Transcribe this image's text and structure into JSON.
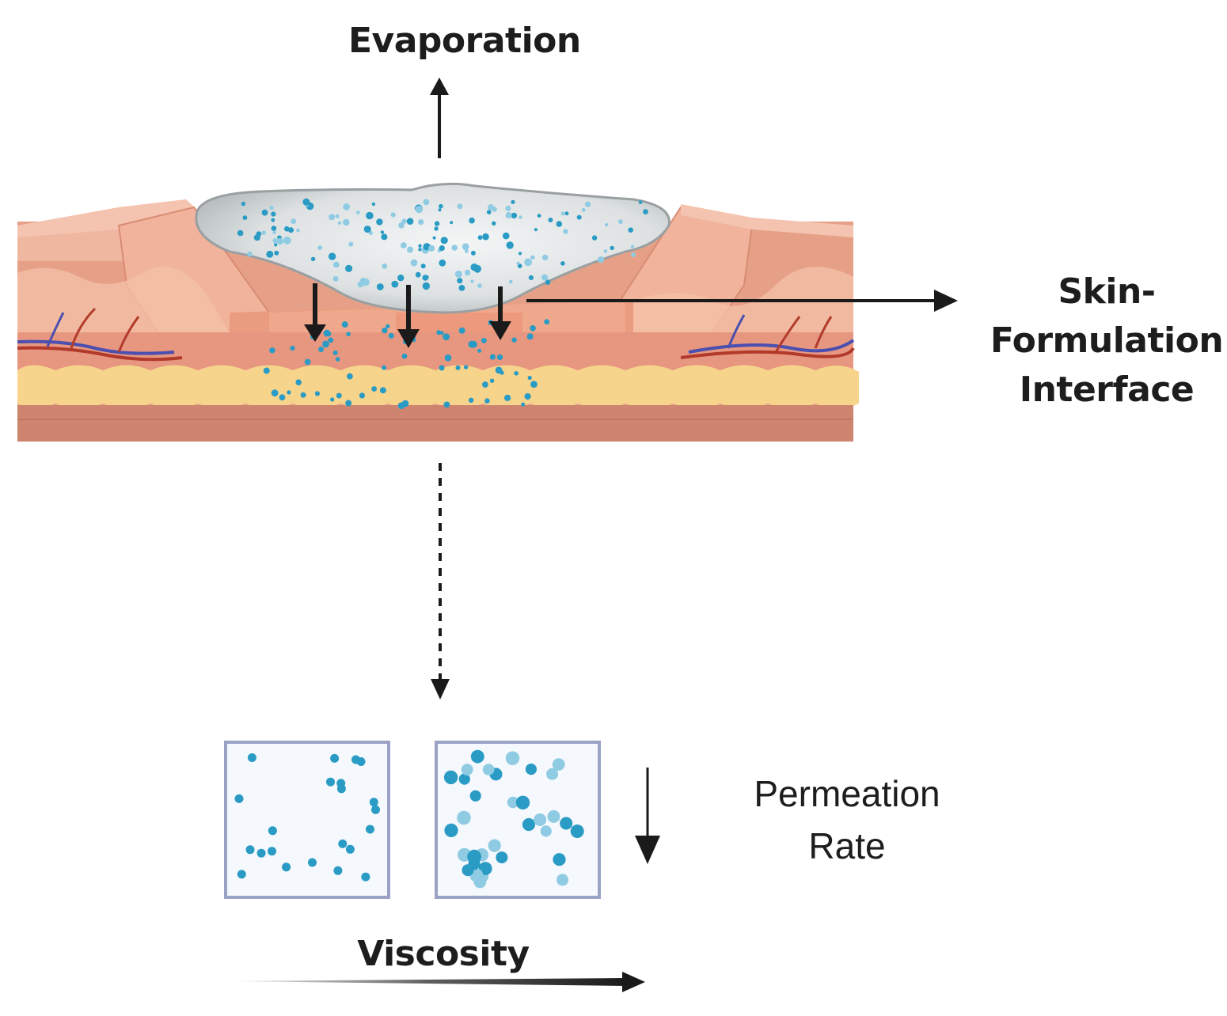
{
  "labels": {
    "evaporation": "Evaporation",
    "interface_line1": "Skin-",
    "interface_line2": "Formulation",
    "interface_line3": "Interface",
    "permeation_line1": "Permeation",
    "permeation_line2": "Rate",
    "viscosity": "Viscosity"
  },
  "colors": {
    "arrow": "#1a1a1a",
    "particle": "#2a9bc4",
    "particle_light": "#8fcbe3",
    "formulation": "#d8dcdd",
    "epidermis": "#e8a98f",
    "dermis": "#e49b82",
    "fat": "#f6d48c",
    "base": "#c97a6a",
    "vein_red": "#b23a2a",
    "vein_blue": "#4a4fb0",
    "box_border": "#9aa3c4",
    "box_fill": "#f5f8fc"
  },
  "icons": {
    "skin_cross_section": "skin-cross-section-illustration",
    "low_viscosity_box": "sparse-particle-box",
    "high_viscosity_box": "dense-particle-box"
  }
}
